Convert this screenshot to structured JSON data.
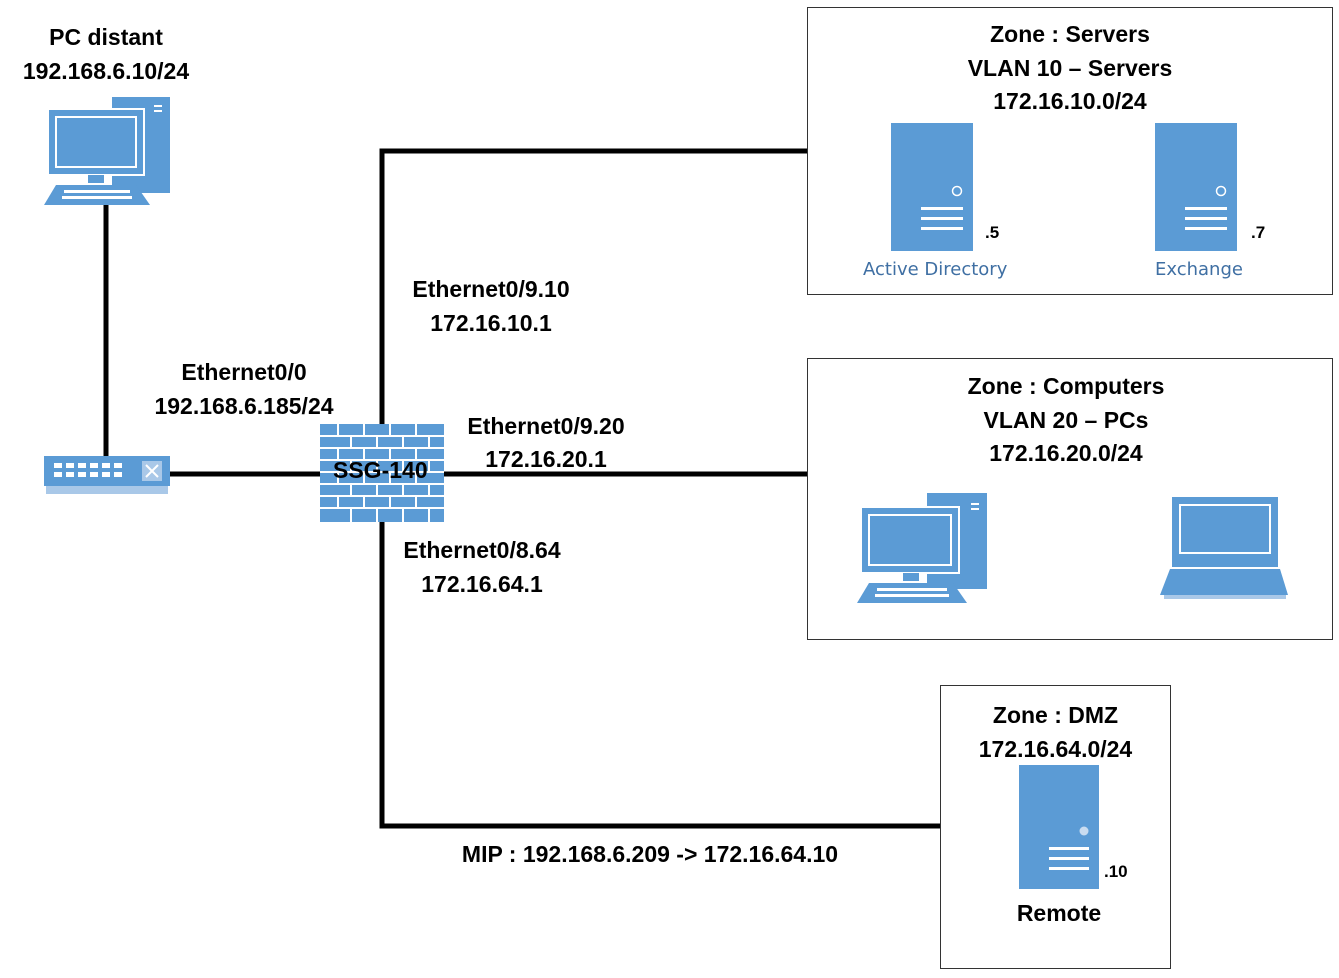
{
  "pc_distant": {
    "name": "PC distant",
    "ip": "192.168.6.10/24"
  },
  "eth0_0": {
    "name": "Ethernet0/0",
    "ip": "192.168.6.185/24"
  },
  "eth0_9_10": {
    "name": "Ethernet0/9.10",
    "ip": "172.16.10.1"
  },
  "eth0_9_20": {
    "name": "Ethernet0/9.20",
    "ip": "172.16.20.1"
  },
  "eth0_8_64": {
    "name": "Ethernet0/8.64",
    "ip": "172.16.64.1"
  },
  "firewall": {
    "label": "SSG-140"
  },
  "mip": {
    "text": "MIP : 192.168.6.209 -> 172.16.64.10"
  },
  "zones": {
    "servers": {
      "title": "Zone : Servers",
      "vlan": "VLAN 10 – Servers",
      "subnet": "172.16.10.0/24",
      "hosts": [
        {
          "suffix": ".5",
          "name": "Active Directory"
        },
        {
          "suffix": ".7",
          "name": "Exchange"
        }
      ]
    },
    "computers": {
      "title": "Zone : Computers",
      "vlan": "VLAN 20 – PCs",
      "subnet": "172.16.20.0/24"
    },
    "dmz": {
      "title": "Zone : DMZ",
      "subnet": "172.16.64.0/24",
      "host": {
        "suffix": ".10",
        "name": "Remote"
      }
    }
  },
  "icons": [
    "desktop-pc-icon",
    "switch-icon",
    "firewall-icon",
    "server-icon",
    "laptop-icon"
  ],
  "colors": {
    "icon_blue": "#5b9bd5",
    "link": "#000000",
    "caption_blue": "#3f6fa3"
  }
}
